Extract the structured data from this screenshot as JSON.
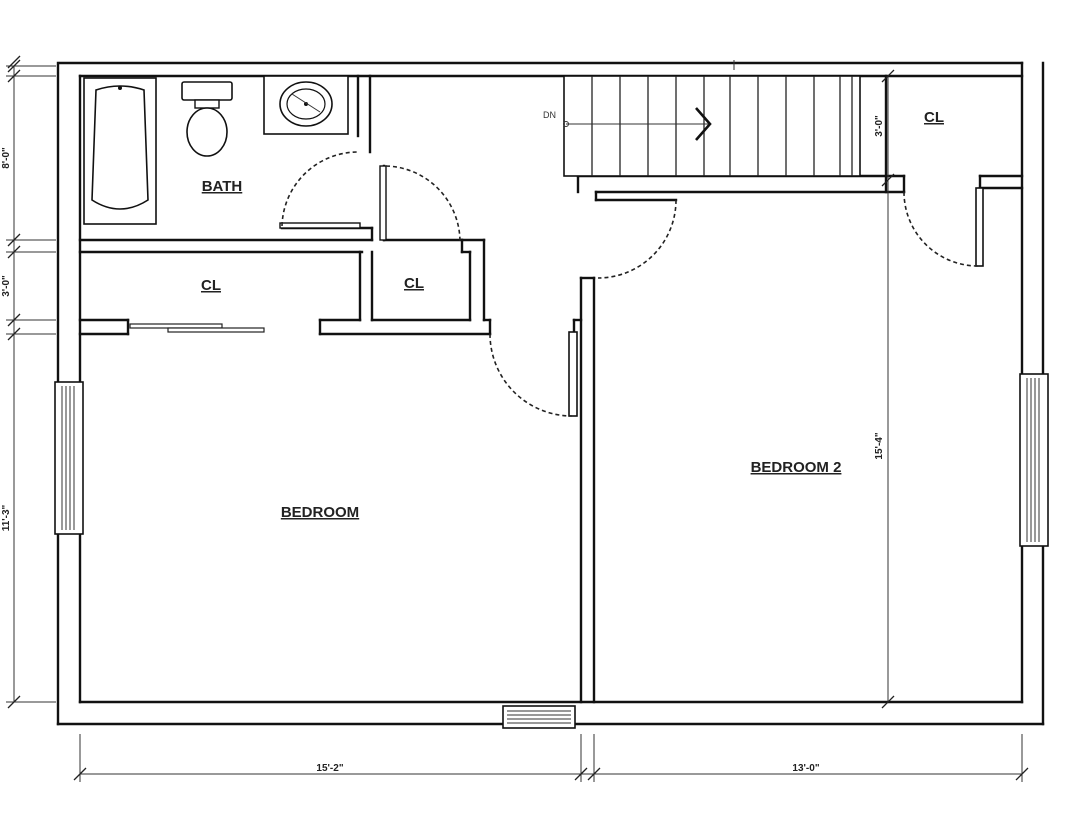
{
  "rooms": {
    "bath": "BATH",
    "closet_hall": "CL",
    "closet_small": "CL",
    "closet_right": "CL",
    "bedroom": "BEDROOM",
    "bedroom_2": "BEDROOM 2"
  },
  "stair": {
    "direction": "DN"
  },
  "dimensions": {
    "bottom_left": "15'-2\"",
    "bottom_right": "13'-0\"",
    "left_top": "8'-0\"",
    "left_mid": "3'-0\"",
    "left_bottom": "11'-3\"",
    "closet_right_height": "3'-0\"",
    "bedroom_2_height": "15'-4\""
  },
  "colors": {
    "lines": "#111111",
    "background": "#ffffff"
  }
}
